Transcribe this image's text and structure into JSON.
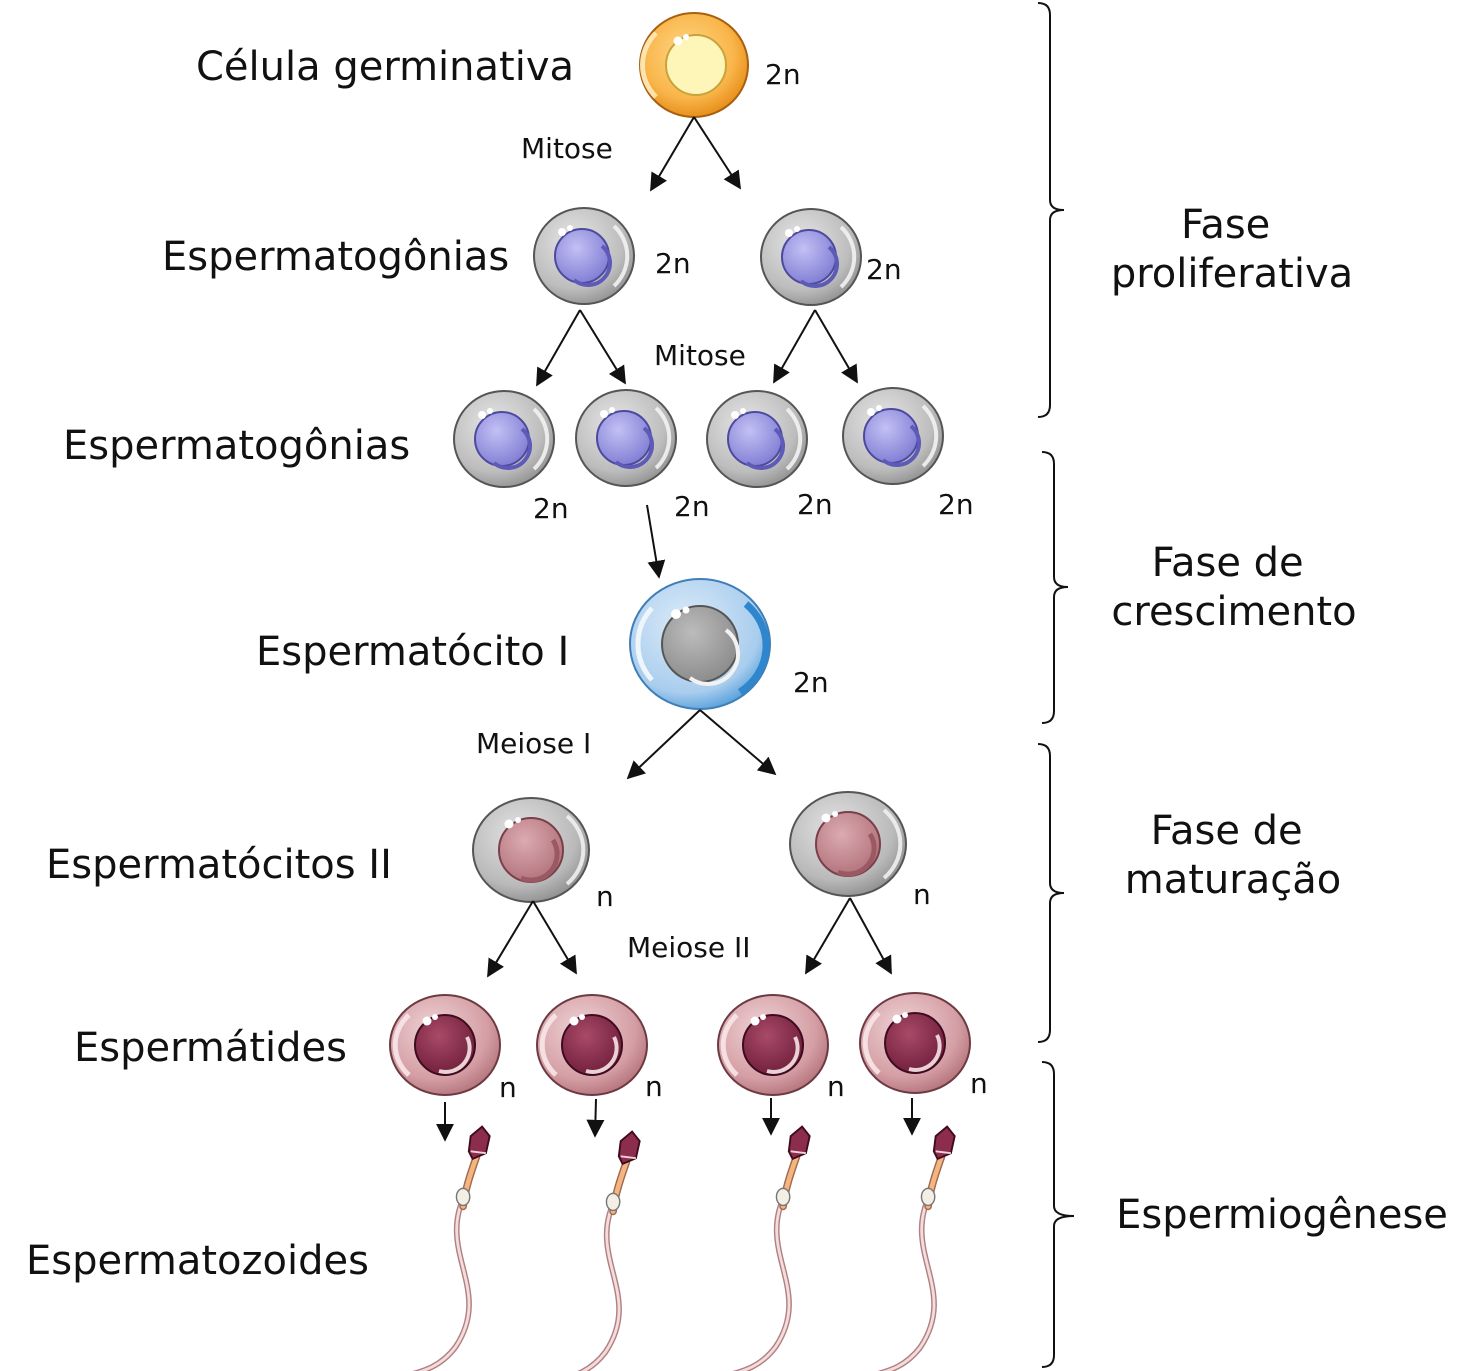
{
  "labels": {
    "germ_cell": "Célula germinativa",
    "spermatogonia_1": "Espermatogônias",
    "spermatogonia_2": "Espermatogônias",
    "spermatocyte_1": "Espermatócito I",
    "spermatocytes_2": "Espermatócitos II",
    "spermatids": "Espermátides",
    "spermatozoa": "Espermatozoides"
  },
  "processes": {
    "mitosis_1": "Mitose",
    "mitosis_2": "Mitose",
    "meiosis_1": "Meiose I",
    "meiosis_2": "Meiose II"
  },
  "ploidy": {
    "diploid": "2n",
    "haploid": "n"
  },
  "phases": {
    "proliferative": [
      "Fase",
      "proliferativa"
    ],
    "growth": [
      "Fase de",
      "crescimento"
    ],
    "maturation": [
      "Fase de",
      "maturação"
    ],
    "spermiogenesis": [
      "Espermiogênese"
    ]
  },
  "colors": {
    "germ_outer": "#f6a93b",
    "germ_inner": "#fdf6b8",
    "gonia_outer": "#c9c9c9",
    "gonia_nucleus": "#9a98e0",
    "cyte1_outer": "#a9cdee",
    "cyte1_nucleus": "#a0a0a0",
    "cyte2_outer": "#c2c2c2",
    "cyte2_nucleus": "#c98b93",
    "tid_outer": "#d9a6ab",
    "tid_nucleus": "#8c2d4d",
    "sperm_head": "#8c2d4d",
    "sperm_midpiece": "#f3b27a",
    "sperm_tail": "#f0d2cf"
  }
}
